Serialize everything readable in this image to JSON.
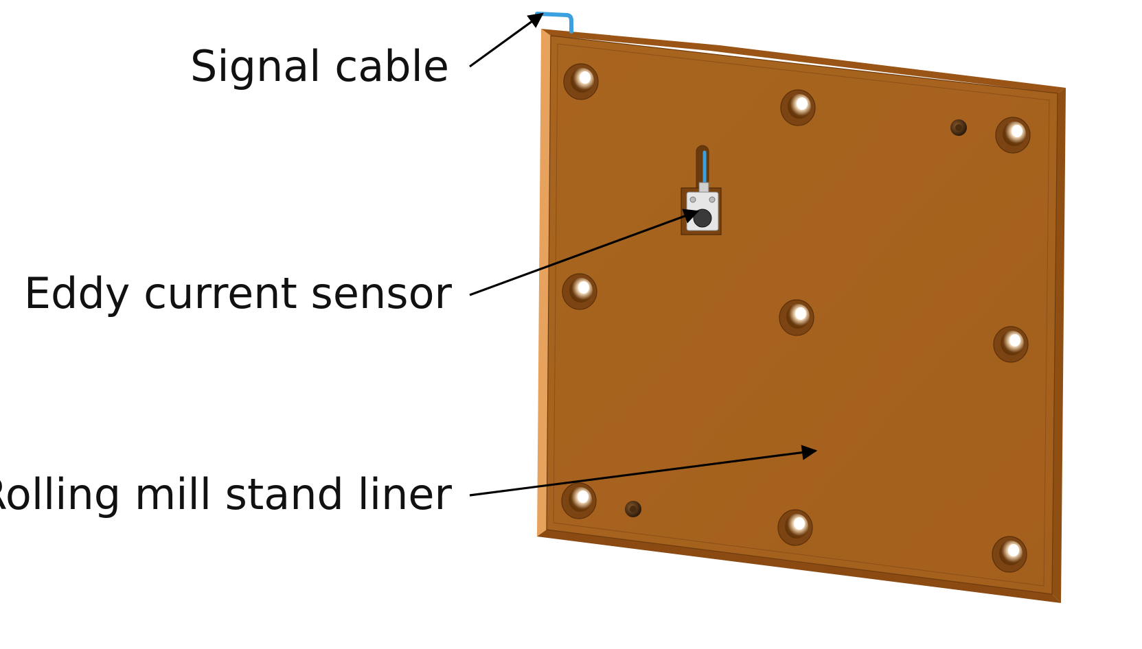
{
  "labels": {
    "signal_cable": "Signal cable",
    "eddy_current_sensor": "Eddy current sensor",
    "rolling_mill_stand_liner": "Rolling mill stand liner"
  },
  "colors": {
    "plate_face": "#a8651f",
    "plate_face_shade": "#9c5c1b",
    "plate_top_edge": "#9a5416",
    "plate_left_edge": "#e7a35d",
    "plate_right_edge": "#8f4f13",
    "plate_bottom_edge": "#8a4a12",
    "cable": "#3aa0df",
    "sensor_body": "#e6e6e6",
    "arrow": "#000000"
  }
}
